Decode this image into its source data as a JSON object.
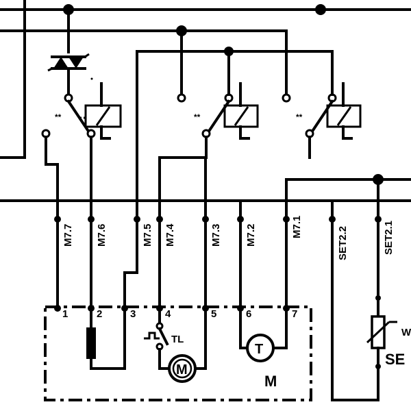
{
  "wire_labels": [
    "M7.7",
    "M7.6",
    "M7.5",
    "M7.4",
    "M7.3",
    "M7.2",
    "M7.1",
    "SET2.2",
    "SET2.1"
  ],
  "terminals": [
    "1",
    "2",
    "3",
    "4",
    "5",
    "6",
    "7"
  ],
  "components": {
    "thermal_limiter": "TL",
    "motor_symbol": "M",
    "timer_symbol": "T",
    "module": "M",
    "sensor_partial": "SE",
    "sensor_arrow_partial": "W"
  },
  "relay_marks": [
    "**",
    "**",
    "**"
  ],
  "colors": {
    "line": "#000000",
    "background": "#ffffff"
  }
}
